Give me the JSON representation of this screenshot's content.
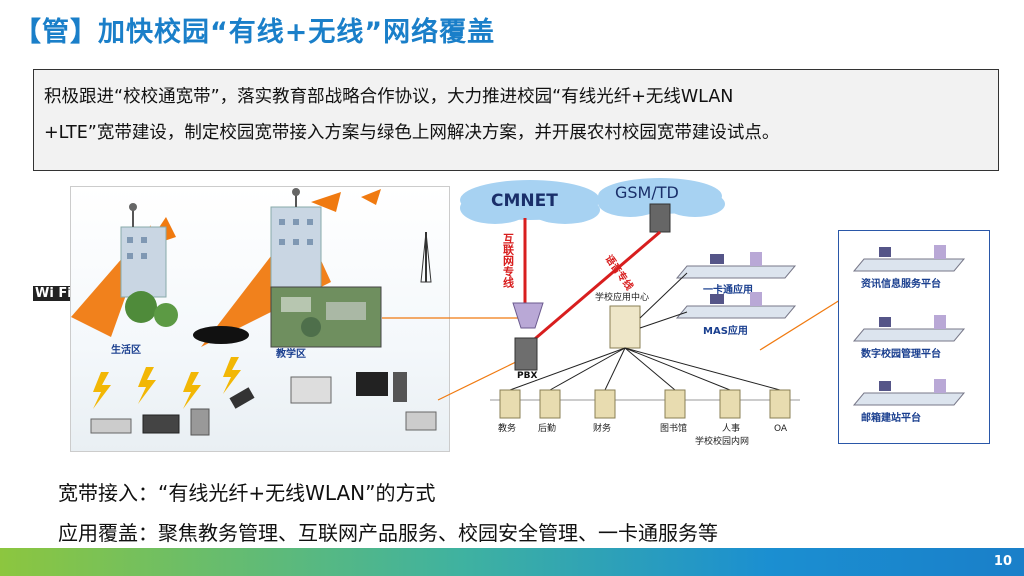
{
  "title": "【管】加快校园“有线+无线”网络覆盖",
  "callout": {
    "line1": "积极跟进“校校通宽带”，落实教育部战略合作协议，大力推进校园“有线光纤+无线WLAN",
    "line2": "+LTE”宽带建设，制定校园宽带接入方案与绿色上网解决方案，并开展农村校园宽带建设试点。"
  },
  "campus": {
    "wifi_label": "Wi Fi",
    "zone_life": "生活区",
    "zone_teach": "教学区"
  },
  "network": {
    "cmnet": "CMNET",
    "gsm": "GSM/TD",
    "internet_line": "互联网专线",
    "voice_line": "语音专线",
    "pbx": "PBX",
    "app_center": "学校应用中心",
    "card_app": "一卡通应用",
    "mas_app": "MAS应用",
    "lan": "学校校园内网",
    "servers": [
      "教务",
      "后勤",
      "财务",
      "图书馆",
      "人事",
      "OA"
    ]
  },
  "platforms": [
    "资讯信息服务平台",
    "数字校园管理平台",
    "邮箱建站平台"
  ],
  "bullets": {
    "access": "宽带接入：“有线光纤+无线WLAN”的方式",
    "apps": "应用覆盖：聚焦教务管理、互联网产品服务、校园安全管理、一卡通服务等"
  },
  "page_number": "10",
  "colors": {
    "title": "#1a7fc9",
    "accent_orange": "#f07a10",
    "red_line": "#d81e1e",
    "frame_blue": "#2a57a8"
  }
}
